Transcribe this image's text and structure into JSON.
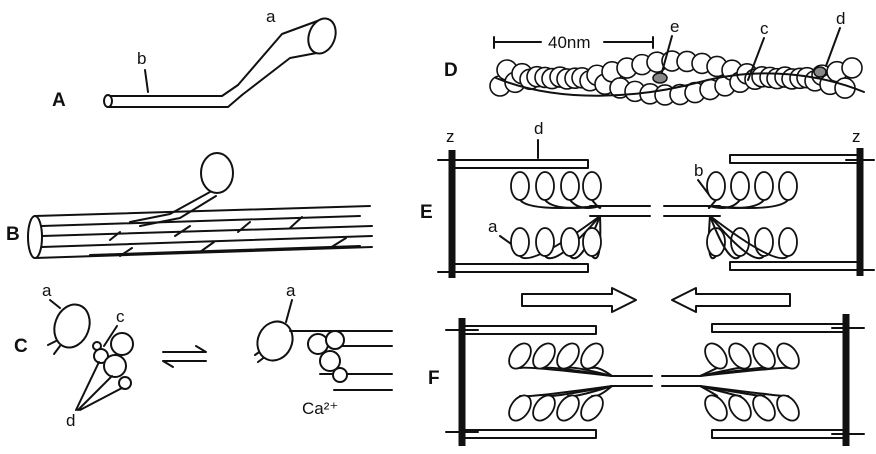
{
  "panels": {
    "A": {
      "label": "A",
      "parts": {
        "a": "a",
        "b": "b"
      }
    },
    "B": {
      "label": "B"
    },
    "C": {
      "label": "C",
      "parts": {
        "a_left": "a",
        "c": "c",
        "d": "d",
        "a_right": "a"
      },
      "ion": "Ca²⁺"
    },
    "D": {
      "label": "D",
      "scale": "40nm",
      "parts": {
        "e": "e",
        "c": "c",
        "d": "d"
      }
    },
    "E": {
      "label": "E",
      "parts": {
        "z_left": "z",
        "z_right": "z",
        "d": "d",
        "b": "b",
        "a": "a"
      }
    },
    "F": {
      "label": "F"
    }
  }
}
